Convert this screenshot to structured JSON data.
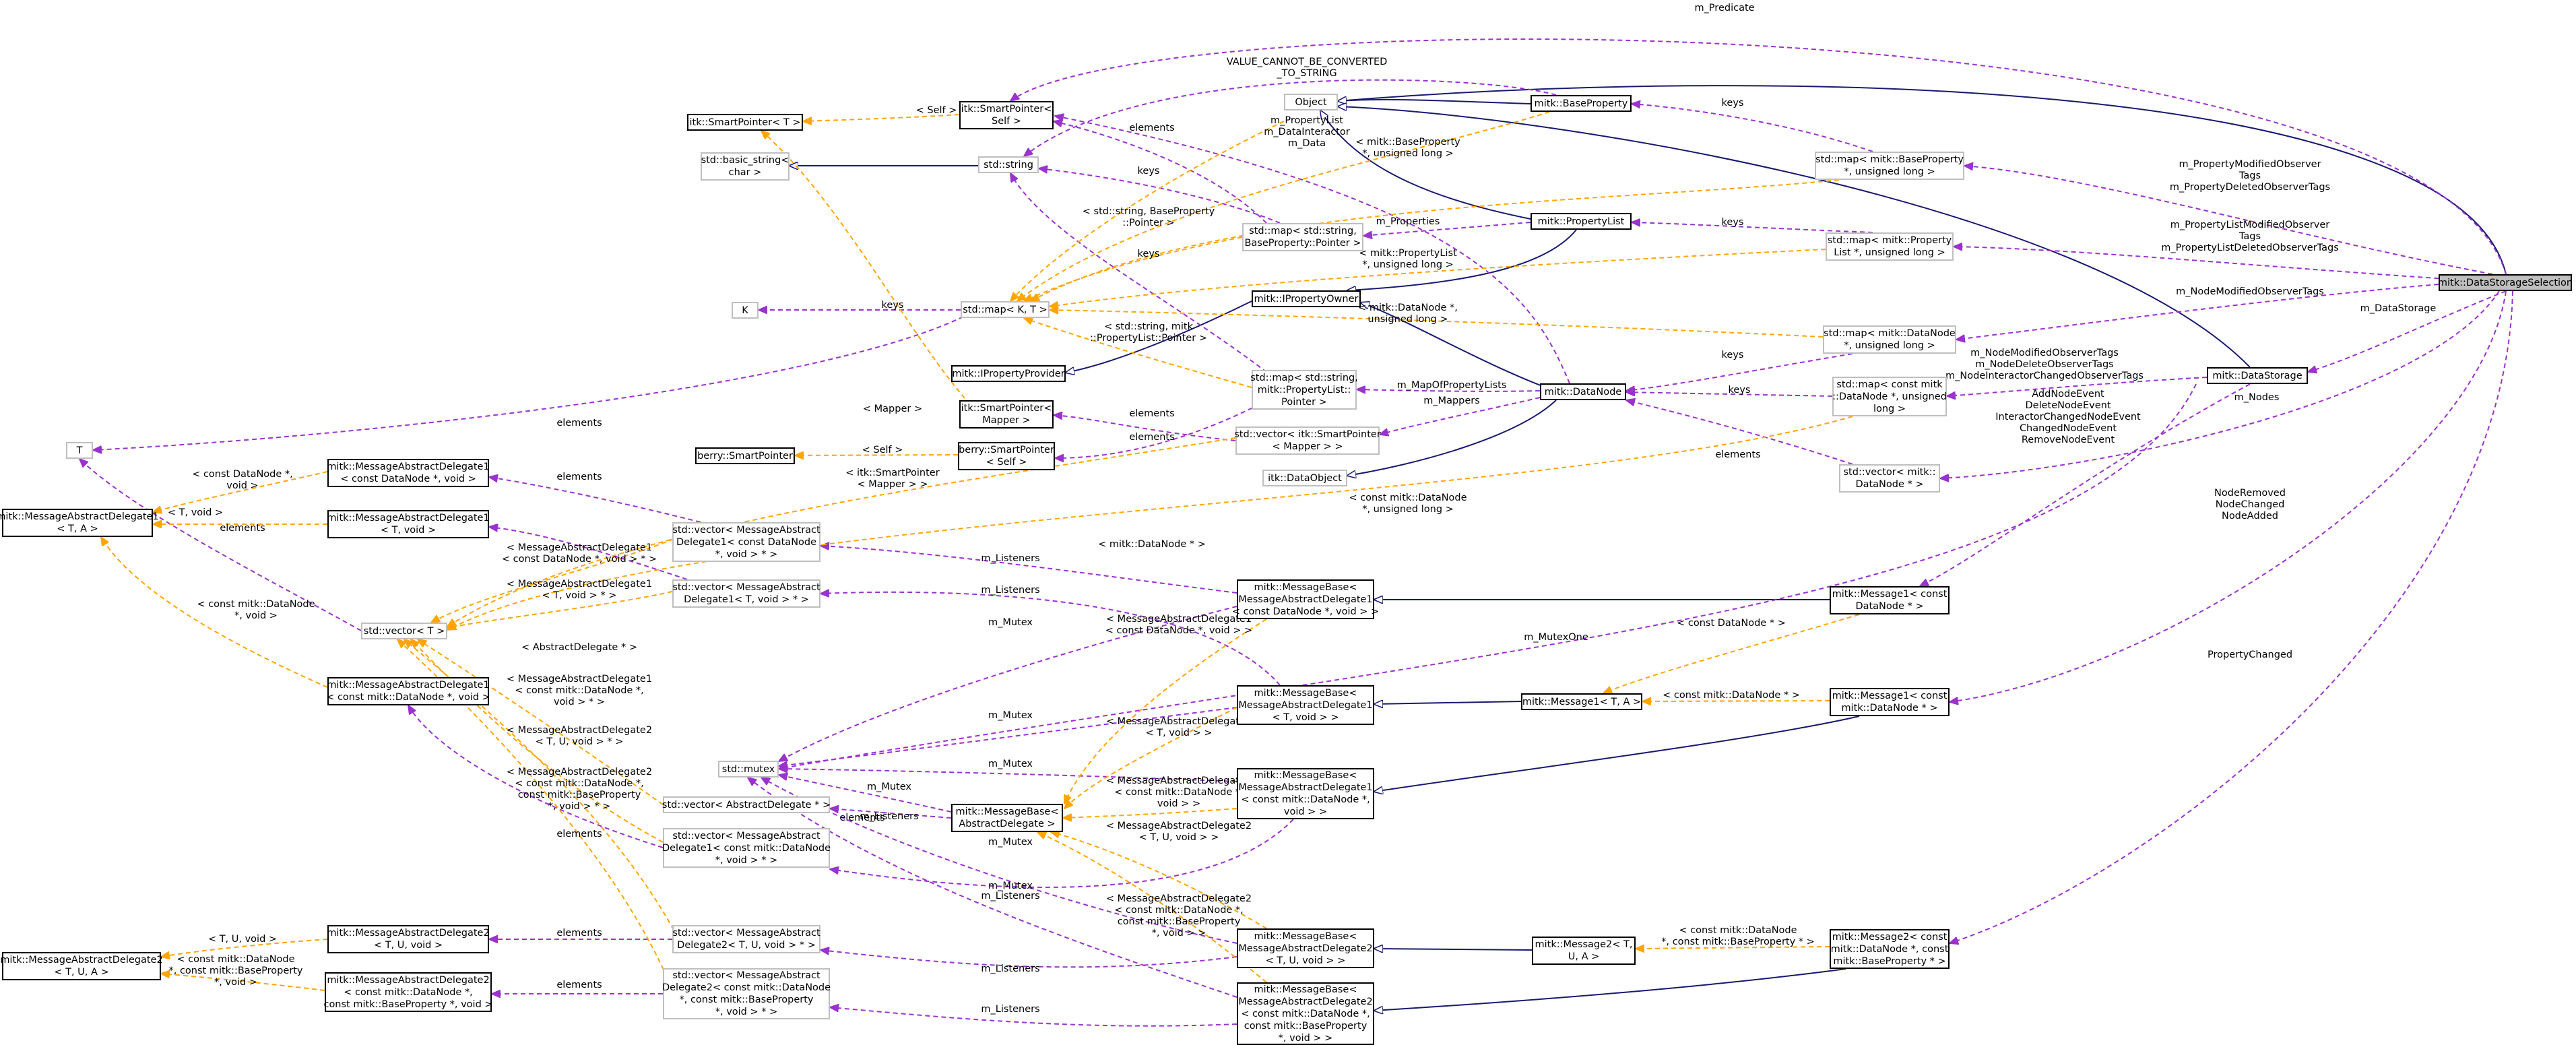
{
  "title": "mitk::DataStorageSelection",
  "colors": {
    "inherit": "#191970",
    "usage": "#9a32cd",
    "template": "#ffa500",
    "border_undoc": "#bfbfbf",
    "highlight": "#bfbfbf"
  },
  "nodes": {
    "dss": {
      "label": "mitk::DataStorageSelection"
    },
    "datastorage": {
      "label": "mitk::DataStorage"
    },
    "datanode": {
      "label": "mitk::DataNode"
    },
    "ipropowner": {
      "label": "mitk::IPropertyOwner"
    },
    "ipropprovider": {
      "label": "mitk::IPropertyProvider"
    },
    "proplist": {
      "label": "mitk::PropertyList"
    },
    "baseprop": {
      "label": "mitk::BaseProperty"
    },
    "object": {
      "label": "Object"
    },
    "itksp_self": {
      "label": "itk::SmartPointer<\nSelf >"
    },
    "itksp_t": {
      "label": "itk::SmartPointer< T >"
    },
    "basicstring": {
      "label": "std::basic_string<\nchar >"
    },
    "stdstring": {
      "label": "std::string"
    },
    "stdmap_kt": {
      "label": "std::map< K, T >"
    },
    "k": {
      "label": "K"
    },
    "t": {
      "label": "T"
    },
    "itksp_mapper": {
      "label": "itk::SmartPointer<\nMapper >"
    },
    "berry_sp": {
      "label": "berry::SmartPointer"
    },
    "berry_sp_self": {
      "label": "berry::SmartPointer\n< Self >"
    },
    "itkdataobject": {
      "label": "itk::DataObject"
    },
    "map_str_baseprop": {
      "label": "std::map< std::string,\nBaseProperty::Pointer >"
    },
    "map_str_proplist": {
      "label": "std::map< std::string,\nmitk::PropertyList::\nPointer >"
    },
    "vec_itksp_mapper": {
      "label": "std::vector< itk::SmartPointer\n< Mapper > >"
    },
    "map_baseprop_ul": {
      "label": "std::map< mitk::BaseProperty\n*, unsigned long >"
    },
    "map_proplist_ul": {
      "label": "std::map< mitk::Property\nList *, unsigned long >"
    },
    "map_datanode_ul": {
      "label": "std::map< mitk::DataNode\n*, unsigned long >"
    },
    "map_cdatanode_ul": {
      "label": "std::map< const mitk\n::DataNode *, unsigned\nlong >"
    },
    "vec_datanode": {
      "label": "std::vector< mitk::\nDataNode * >"
    },
    "mad1_ta": {
      "label": "mitk::MessageAbstractDelegate1\n< T, A >"
    },
    "mad1_cdn": {
      "label": "mitk::MessageAbstractDelegate1\n< const DataNode *, void >"
    },
    "mad1_tv": {
      "label": "mitk::MessageAbstractDelegate1\n< T, void >"
    },
    "mad1_cmdn": {
      "label": "mitk::MessageAbstractDelegate1\n< const mitk::DataNode *, void >"
    },
    "mad2_tua": {
      "label": "mitk::MessageAbstractDelegate2\n< T, U, A >"
    },
    "mad2_tuv": {
      "label": "mitk::MessageAbstractDelegate2\n< T, U, void >"
    },
    "mad2_cdn_bp": {
      "label": "mitk::MessageAbstractDelegate2\n< const mitk::DataNode *,\nconst mitk::BaseProperty *, void >"
    },
    "vec_t": {
      "label": "std::vector< T >"
    },
    "vec_mad1_cdn": {
      "label": "std::vector< MessageAbstract\nDelegate1< const DataNode\n*, void > * >"
    },
    "vec_mad1_tv": {
      "label": "std::vector< MessageAbstract\nDelegate1< T, void > * >"
    },
    "vec_ad": {
      "label": "std::vector< AbstractDelegate * >"
    },
    "vec_mad1_cmdn": {
      "label": "std::vector< MessageAbstract\nDelegate1< const mitk::DataNode\n*, void > * >"
    },
    "vec_mad2_tuv": {
      "label": "std::vector< MessageAbstract\nDelegate2< T, U, void > * >"
    },
    "vec_mad2_cdn_bp": {
      "label": "std::vector< MessageAbstract\nDelegate2< const mitk::DataNode\n*, const mitk::BaseProperty\n*, void > * >"
    },
    "mutex": {
      "label": "std::mutex"
    },
    "mb_ad": {
      "label": "mitk::MessageBase<\nAbstractDelegate >"
    },
    "mb_mad1_cdn": {
      "label": "mitk::MessageBase<\nMessageAbstractDelegate1\n< const DataNode *, void > >"
    },
    "mb_mad1_tv": {
      "label": "mitk::MessageBase<\nMessageAbstractDelegate1\n< T, void > >"
    },
    "mb_mad1_cmdn": {
      "label": "mitk::MessageBase<\nMessageAbstractDelegate1\n< const mitk::DataNode *,\nvoid > >"
    },
    "mb_mad2_tuv": {
      "label": "mitk::MessageBase<\nMessageAbstractDelegate2\n< T, U, void > >"
    },
    "mb_mad2_cdn_bp": {
      "label": "mitk::MessageBase<\nMessageAbstractDelegate2\n< const mitk::DataNode *,\nconst mitk::BaseProperty\n*, void > >"
    },
    "m1_ta": {
      "label": "mitk::Message1< T, A >"
    },
    "m1_cdn": {
      "label": "mitk::Message1< const\nDataNode * >"
    },
    "m1_cmdn": {
      "label": "mitk::Message1< const\nmitk::DataNode * >"
    },
    "m2_tua": {
      "label": "mitk::Message2< T,\nU, A >"
    },
    "m2_cdn_bp": {
      "label": "mitk::Message2< const\nmitk::DataNode *, const\nmitk::BaseProperty * >"
    }
  },
  "edge_labels": {
    "m_predicate": "m_Predicate",
    "value_cannot": "VALUE_CANNOT_BE_CONVERTED\n_TO_STRING",
    "self1": "< Self >",
    "self2": "< Self >",
    "elements1": "elements",
    "elements2": "elements",
    "elements3": "elements",
    "elements4": "elements",
    "elements5": "elements",
    "elements6": "elements",
    "elements7": "elements",
    "elements8": "elements",
    "elements9": "elements",
    "elements10": "elements",
    "elements11": "elements",
    "keys1": "keys",
    "keys2": "keys",
    "keys3": "keys",
    "keys4": "keys",
    "keys5": "keys",
    "keys6": "keys",
    "keys7": "keys",
    "proplist_ptrs": "m_PropertyList\nm_DataInteractor\nm_Data",
    "t_baseprop_ul": "< mitk::BaseProperty\n*, unsigned long >",
    "t_str_baseprop": "< std::string, BaseProperty\n::Pointer >",
    "m_properties": "m_Properties",
    "t_proplist_ul": "< mitk::PropertyList\n*, unsigned long >",
    "t_datanode_ul": "< mitk::DataNode *,\nunsigned long >",
    "t_mapper": "< Mapper >",
    "t_str_proplist": "< std::string, mitk\n::PropertyList::Pointer >",
    "m_mapofproplists": "m_MapOfPropertyLists",
    "m_mappers": "m_Mappers",
    "t_itksp_mapper": "< itk::SmartPointer\n< Mapper > >",
    "t_cdn_ul": "< const mitk::DataNode\n*, unsigned long >",
    "t_cdn_v": "< const DataNode *,\nvoid >",
    "t_tv1": "< T, void >",
    "t_mdn": "< mitk::DataNode * >",
    "t_cmdn_v": "< const mitk::DataNode\n*, void >",
    "t_mad1_cdn_v": "< MessageAbstractDelegate1\n< const DataNode *, void > * >",
    "t_mad1_tv": "< MessageAbstractDelegate1\n< T, void > * >",
    "t_ad": "< AbstractDelegate * >",
    "t_mad1_cmdn_v": "< MessageAbstractDelegate1\n< const mitk::DataNode *,\nvoid > * >",
    "t_mad2_tuv": "< MessageAbstractDelegate2\n< T, U, void > * >",
    "t_mad2_cdn_bp_v": "< MessageAbstractDelegate2\n< const mitk::DataNode *,\nconst mitk::BaseProperty\n*, void > * >",
    "t_tuv": "< T, U, void >",
    "t_cdn_bp_v": "< const mitk::DataNode\n*, const mitk::BaseProperty\n*, void >",
    "m_listeners1": "m_Listeners",
    "m_listeners2": "m_Listeners",
    "m_listeners3": "m_Listeners",
    "m_listeners4": "m_Listeners",
    "m_listeners5": "m_Listeners",
    "m_listeners6": "m_Listeners",
    "m_mutex1": "m_Mutex",
    "m_mutex2": "m_Mutex",
    "m_mutex3": "m_Mutex",
    "m_mutex4": "m_Mutex",
    "m_mutex5": "m_Mutex",
    "m_mutex6": "m_Mutex",
    "m_mutexone": "m_MutexOne",
    "t_mb_mad1_cdn": "< MessageAbstractDelegate1\n< const DataNode *, void > >",
    "t_mb_mad1_tv": "< MessageAbstractDelegate1\n< T, void > >",
    "t_mb_mad1_cmdn": "< MessageAbstractDelegate1\n< const mitk::DataNode *,\nvoid > >",
    "t_mb_mad2_tuv": "< MessageAbstractDelegate2\n< T, U, void > >",
    "t_mb_mad2_cdn_bp": "< MessageAbstractDelegate2\n< const mitk::DataNode *,\nconst mitk::BaseProperty\n*, void > >",
    "t_const_dn": "< const DataNode * >",
    "t_const_mdn": "< const mitk::DataNode * >",
    "t_cdn_bp": "< const mitk::DataNode\n*, const mitk::BaseProperty * >",
    "m_propmod": "m_PropertyModifiedObserver\nTags\nm_PropertyDeletedObserverTags",
    "m_proplistmod": "m_PropertyListModifiedObserver\nTags\nm_PropertyListDeletedObserverTags",
    "m_nodemod": "m_NodeModifiedObserverTags",
    "m_datastorage": "m_DataStorage",
    "m_nodes": "m_Nodes",
    "m_ds_tags": "m_NodeModifiedObserverTags\nm_NodeDeleteObserverTags\nm_NodeInteractorChangedObserverTags",
    "ds_events": "AddNodeEvent\nDeleteNodeEvent\nInteractorChangedNodeEvent\nChangedNodeEvent\nRemoveNodeEvent",
    "node_events": "NodeRemoved\nNodeChanged\nNodeAdded",
    "prop_changed": "PropertyChanged"
  }
}
